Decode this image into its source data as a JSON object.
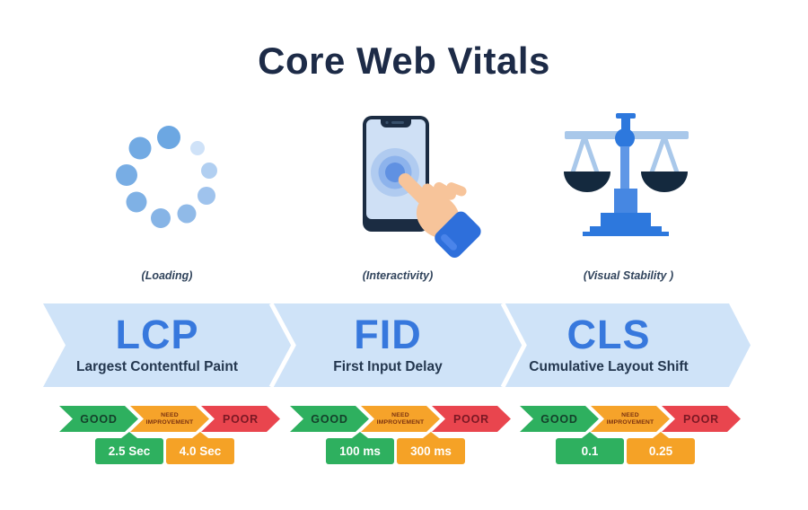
{
  "title": "Core Web Vitals",
  "scale_labels": {
    "good": "GOOD",
    "need_line1": "NEED",
    "need_line2": "IMPROVEMENT",
    "poor": "POOR"
  },
  "metrics": [
    {
      "icon": "loading-spinner-icon",
      "category": "(Loading)",
      "acronym": "LCP",
      "name": "Largest Contentful Paint",
      "good_threshold": "2.5 Sec",
      "poor_threshold": "4.0 Sec"
    },
    {
      "icon": "tap-interaction-icon",
      "category": "(Interactivity)",
      "acronym": "FID",
      "name": "First Input Delay",
      "good_threshold": "100 ms",
      "poor_threshold": "300 ms"
    },
    {
      "icon": "balance-scale-icon",
      "category": "(Visual Stability )",
      "acronym": "CLS",
      "name": "Cumulative Layout Shift",
      "good_threshold": "0.1",
      "poor_threshold": "0.25"
    }
  ],
  "colors": {
    "title_navy": "#1d2b47",
    "band_light_blue": "#cfe3f8",
    "acronym_blue": "#3778dd",
    "good_green": "#2eb05f",
    "need_improvement_orange": "#f6a32a",
    "poor_red": "#e9454e"
  }
}
